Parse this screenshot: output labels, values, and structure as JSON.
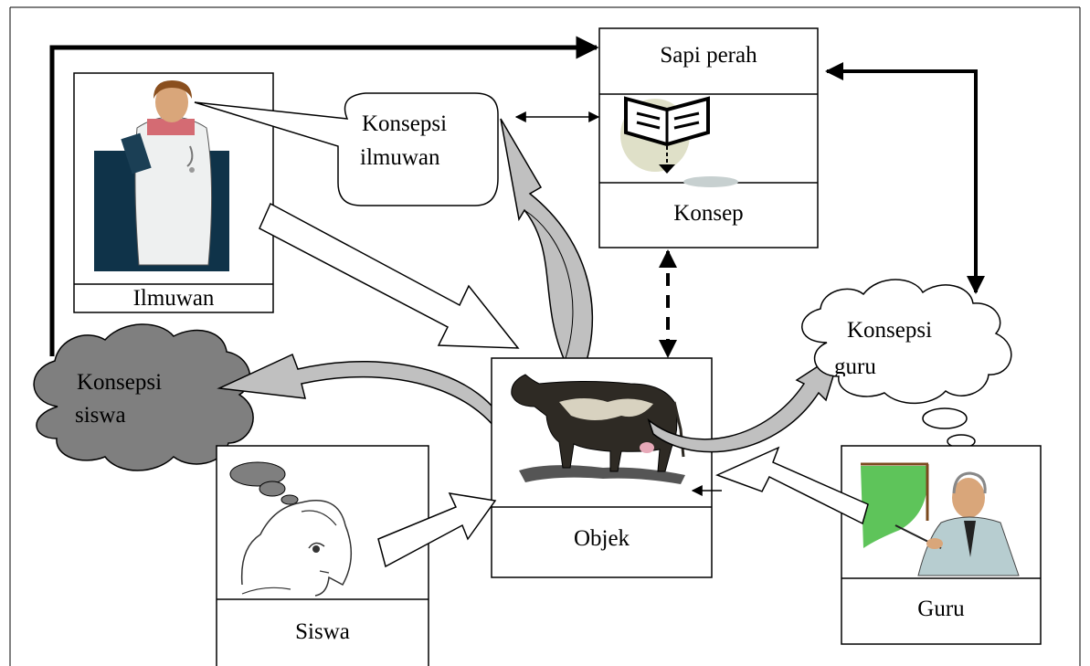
{
  "labels": {
    "sapi_perah": "Sapi perah",
    "konsep": "Konsep",
    "ilmuwan": "Ilmuwan",
    "konsepsi_ilmuwan_1": "Konsepsi",
    "konsepsi_ilmuwan_2": "ilmuwan",
    "konsepsi_guru_1": "Konsepsi",
    "konsepsi_guru_2": "guru",
    "konsepsi_siswa_1": "Konsepsi",
    "konsepsi_siswa_2": "siswa",
    "objek": "Objek",
    "siswa": "Siswa",
    "guru": "Guru"
  },
  "icons": [
    "scientist-icon",
    "book-icon",
    "cow-icon",
    "student-icon",
    "teacher-icon"
  ],
  "colors": {
    "cloud_siswa": "#7f7f7f",
    "arrow_gray": "#c0c0c0",
    "scientist_bg": "#0f3349",
    "board_green": "#5ec45a"
  }
}
